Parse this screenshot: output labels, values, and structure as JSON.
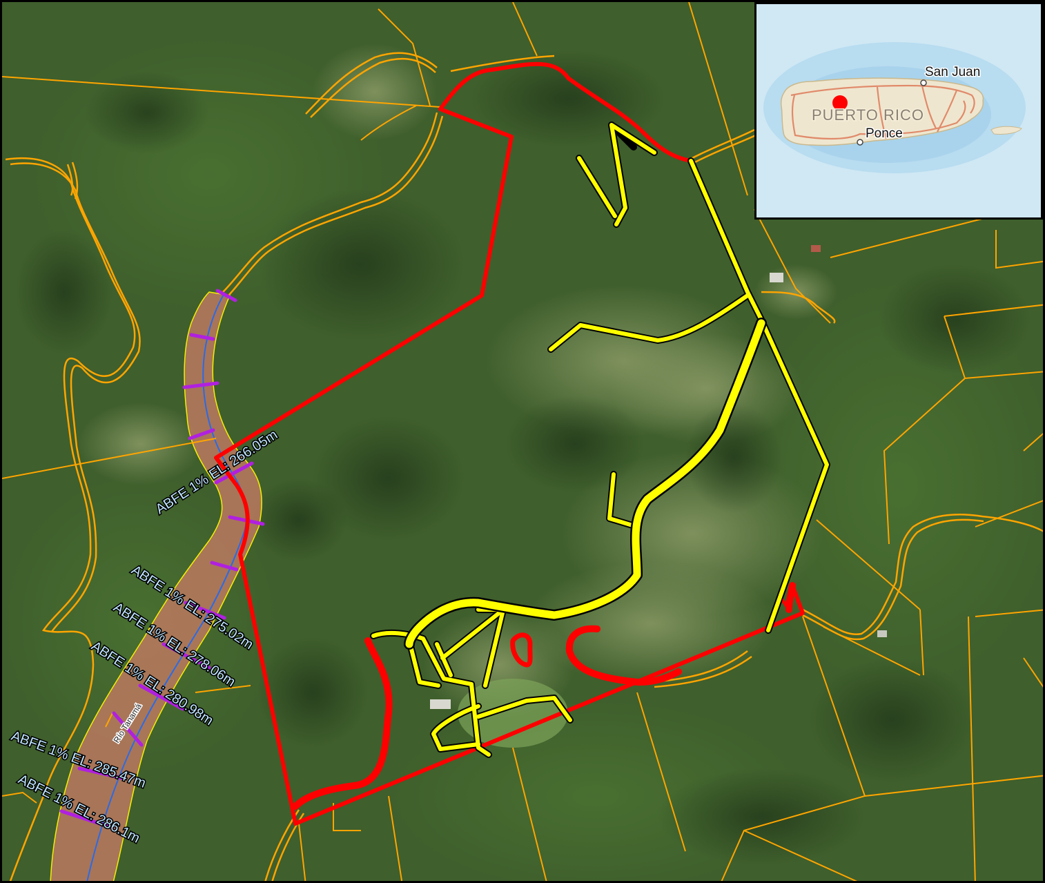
{
  "colors": {
    "site_boundary": "#ff0000",
    "roads": "#ffff00",
    "parcels": "#ffa500",
    "floodplain": "#c07a62",
    "cross_sections": "#b020e0",
    "stream": "#2a6ae8",
    "label_text": "#bfe4ff",
    "location_dot": "#ff0000"
  },
  "labels": {
    "river_name": "Río Tanamá",
    "abfe": [
      "ABFE 1% EL: 266.05m",
      "ABFE 1% EL: 275.02m",
      "ABFE 1% EL: 278.06m",
      "ABFE 1% EL: 280.98m",
      "ABFE 1% EL: 285.47m",
      "ABFE 1% EL: 286.1m"
    ]
  },
  "inset": {
    "country": "PUERTO RICO",
    "cities": [
      "San Juan",
      "Ponce"
    ]
  },
  "icons": {
    "location_marker": "red-dot-icon",
    "city_marker": "city-circle-icon"
  }
}
